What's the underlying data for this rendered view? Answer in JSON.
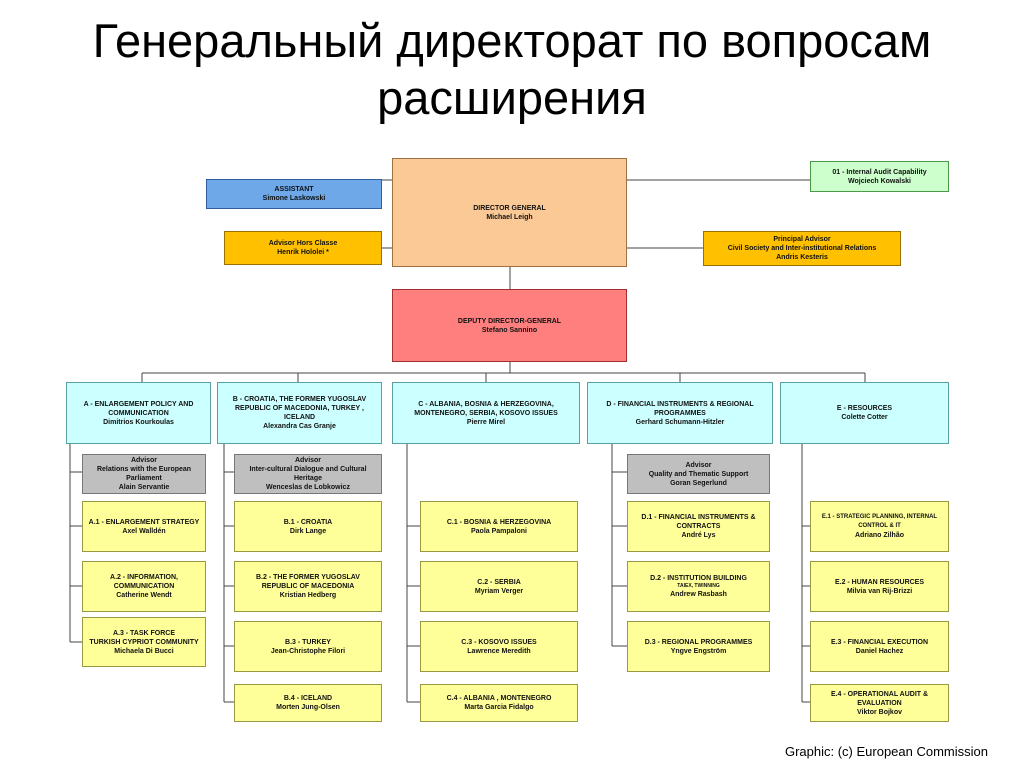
{
  "title": "Генеральный директорат по вопросам расширения",
  "credit": "Graphic: (c) European Commission",
  "top": {
    "assistant": {
      "line1": "ASSISTANT",
      "line2": "Simone Laskowski"
    },
    "director_general": {
      "line1": "DIRECTOR GENERAL",
      "line2": "Michael Leigh"
    },
    "audit": {
      "line1": "01 - Internal Audit Capability",
      "line2": "Wojciech Kowalski"
    },
    "advisor_hors_classe": {
      "line1": "Advisor Hors Classe",
      "line2": "Henrik Hololei *"
    },
    "principal_advisor": {
      "line1": "Principal Advisor",
      "line2": "Civil Society and Inter-institutional Relations",
      "line3": "Andris Kesteris"
    },
    "deputy": {
      "line1": "DEPUTY DIRECTOR-GENERAL",
      "line2": "Stefano Sannino"
    }
  },
  "directorates": {
    "a": {
      "line1": "A - ENLARGEMENT POLICY AND",
      "line2": "COMMUNICATION",
      "line3": "Dimitrios Kourkoulas"
    },
    "b": {
      "line1": "B - CROATIA, THE FORMER YUGOSLAV",
      "line2": "REPUBLIC OF MACEDONIA, TURKEY ,",
      "line3": "ICELAND",
      "line4": "Alexandra Cas Granje"
    },
    "c": {
      "line1": "C - ALBANIA, BOSNIA & HERZEGOVINA,",
      "line2": "MONTENEGRO, SERBIA, KOSOVO ISSUES",
      "line3": "Pierre Mirel"
    },
    "d": {
      "line1": "D - FINANCIAL INSTRUMENTS & REGIONAL",
      "line2": "PROGRAMMES",
      "line3": "Gerhard Schumann-Hitzler"
    },
    "e": {
      "line1": "E - RESOURCES",
      "line2": "Colette Cotter"
    }
  },
  "advisors": {
    "a": {
      "line1": "Advisor",
      "line2": "Relations with the European",
      "line3": "Parliament",
      "line4": "Alain Servantie"
    },
    "b": {
      "line1": "Advisor",
      "line2": "Inter-cultural Dialogue and Cultural",
      "line3": "Heritage",
      "line4": "Wenceslas de Lobkowicz"
    },
    "d": {
      "line1": "Advisor",
      "line2": "Quality and Thematic Support",
      "line3": "Goran Segerlund"
    }
  },
  "units": {
    "a1": {
      "line1": "A.1 - ENLARGEMENT STRATEGY",
      "line2": "Axel Walldén"
    },
    "a2": {
      "line1": "A.2 - INFORMATION,",
      "line2": "COMMUNICATION",
      "line3": "Catherine Wendt"
    },
    "a3": {
      "line1": "A.3 - TASK FORCE",
      "line2": "TURKISH CYPRIOT COMMUNITY",
      "line3": "Michaela Di Bucci"
    },
    "b1": {
      "line1": "B.1 - CROATIA",
      "line2": "Dirk Lange"
    },
    "b2": {
      "line1": "B.2 - THE FORMER YUGOSLAV",
      "line2": "REPUBLIC OF MACEDONIA",
      "line3": "Kristian Hedberg"
    },
    "b3": {
      "line1": "B.3 - TURKEY",
      "line2": "Jean-Christophe Filori"
    },
    "b4": {
      "line1": "B.4 - ICELAND",
      "line2": "Morten Jung-Olsen"
    },
    "c1": {
      "line1": "C.1 - BOSNIA & HERZEGOVINA",
      "line2": "Paola Pampaloni"
    },
    "c2": {
      "line1": "C.2 - SERBIA",
      "line2": "Myriam Verger"
    },
    "c3": {
      "line1": "C.3 - KOSOVO ISSUES",
      "line2": "Lawrence Meredith"
    },
    "c4": {
      "line1": "C.4 - ALBANIA , MONTENEGRO",
      "line2": "Marta Garcia Fidalgo"
    },
    "d1": {
      "line1": "D.1 - FINANCIAL INSTRUMENTS &",
      "line2": "CONTRACTS",
      "line3": "André Lys"
    },
    "d2": {
      "line1": "D.2 - INSTITUTION BUILDING",
      "line2": "TAIEX, TWINNING",
      "line3": "Andrew Rasbash"
    },
    "d3": {
      "line1": "D.3 - REGIONAL PROGRAMMES",
      "line2": "Yngve Engström"
    },
    "e1": {
      "line1": "E.1 - STRATEGIC PLANNING, INTERNAL",
      "line2": "CONTROL & IT",
      "line3": "Adriano Zilhão"
    },
    "e2": {
      "line1": "E.2 - HUMAN RESOURCES",
      "line2": "Milvia van Rij-Brizzi"
    },
    "e3": {
      "line1": "E.3 - FINANCIAL EXECUTION",
      "line2": "Daniel Hachez"
    },
    "e4": {
      "line1": "E.4 - OPERATIONAL AUDIT &",
      "line2": "EVALUATION",
      "line3": "Viktor Bojkov"
    }
  }
}
